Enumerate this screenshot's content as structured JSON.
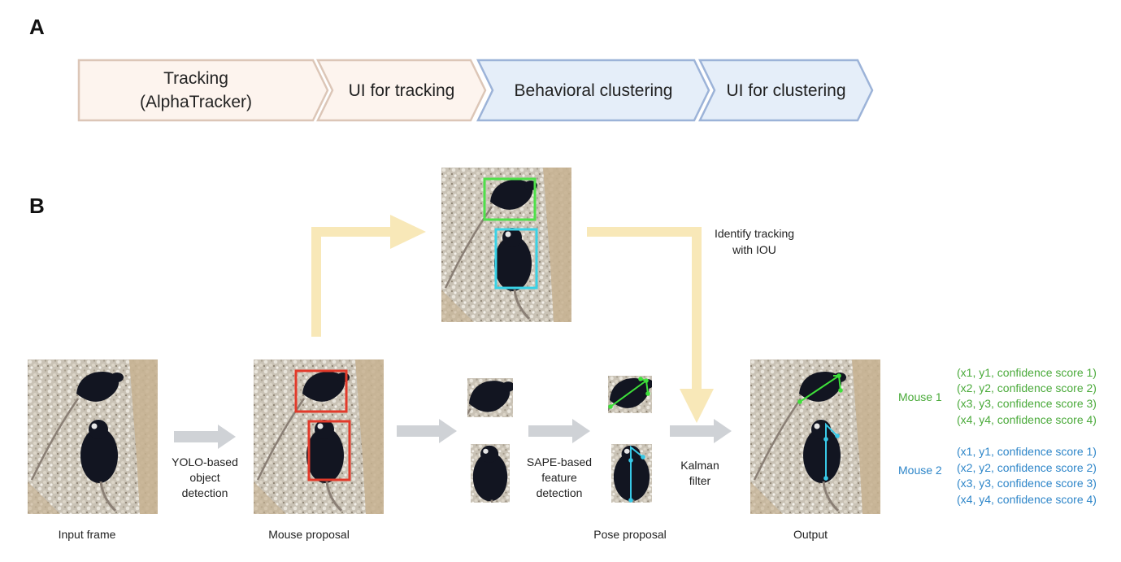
{
  "panels": {
    "a": "A",
    "b": "B"
  },
  "pipeline": [
    {
      "lines": [
        "Tracking",
        "(AlphaTracker)"
      ],
      "fill": "#fdf4ee",
      "stroke": "#dcc6b7"
    },
    {
      "lines": [
        "UI for tracking"
      ],
      "fill": "#fdf4ee",
      "stroke": "#dcc6b7"
    },
    {
      "lines": [
        "Behavioral clustering"
      ],
      "fill": "#e5eef9",
      "stroke": "#9cb3d8"
    },
    {
      "lines": [
        "UI for clustering"
      ],
      "fill": "#e5eef9",
      "stroke": "#9cb3d8"
    }
  ],
  "steps": {
    "input_frame": "Input frame",
    "yolo": [
      "YOLO-based",
      "object",
      "detection"
    ],
    "mouse_proposal": "Mouse proposal",
    "sape": [
      "SAPE-based",
      "feature",
      "detection"
    ],
    "pose_proposal": "Pose proposal",
    "kalman": [
      "Kalman",
      "filter"
    ],
    "output": "Output",
    "iou": [
      "Identify tracking",
      "with IOU"
    ]
  },
  "mice": [
    {
      "label": "Mouse 1",
      "color": "#4aaa3a",
      "scores": [
        "(x1, y1, confidence score 1)",
        "(x2, y2, confidence score 2)",
        "(x3, y3, confidence score 3)",
        "(x4, y4, confidence score 4)"
      ]
    },
    {
      "label": "Mouse 2",
      "color": "#2e86c9",
      "scores": [
        "(x1, y1, confidence score 1)",
        "(x2, y2, confidence score 2)",
        "(x3, y3, confidence score 3)",
        "(x4, y4, confidence score 4)"
      ]
    }
  ],
  "colors": {
    "yellow_arrow": "#f8e8b8",
    "gray_arrow": "#cfd2d6",
    "box_red": "#e23a2a",
    "box_green": "#4fe04a",
    "box_cyan": "#39d2e6",
    "pose_green": "#3ee03a",
    "pose_cyan": "#38c8e6"
  }
}
